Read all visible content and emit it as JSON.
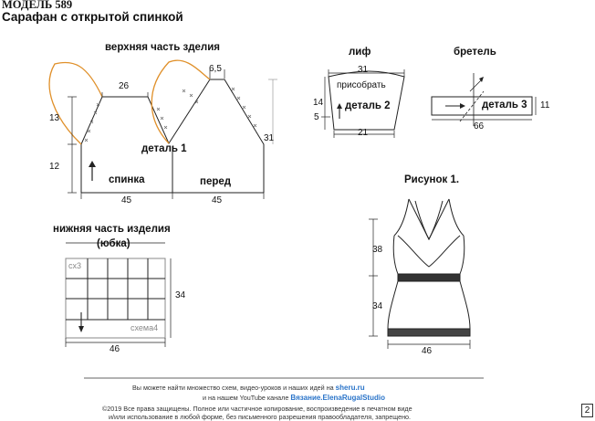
{
  "header": {
    "model": "МОДЕЛЬ 589",
    "subtitle": "Сарафан с открытой спинкой"
  },
  "top_part": {
    "title": "верхняя часть зделия",
    "dims": {
      "d26": "26",
      "d65": "6,5",
      "d13": "13",
      "d12": "12",
      "d31": "31",
      "d45a": "45",
      "d45b": "45"
    },
    "detail": "деталь 1",
    "back": "спинка",
    "front": "перед"
  },
  "bodice": {
    "title": "лиф",
    "dims": {
      "d31": "31",
      "d14": "14",
      "d5": "5",
      "d21": "21"
    },
    "gather": "присобрать",
    "detail": "деталь 2"
  },
  "strap": {
    "title": "бретель",
    "dims": {
      "d11": "11",
      "d66": "66"
    },
    "detail": "деталь 3"
  },
  "skirt": {
    "title_line1": "нижняя часть изделия",
    "title_line2": "(юбка)",
    "chart_ref1": "сх3",
    "chart_ref2": "схема4",
    "dims": {
      "d34": "34",
      "d46": "46"
    }
  },
  "figure": {
    "title": "Рисунок 1.",
    "dims": {
      "d38": "38",
      "d34": "34",
      "d46": "46"
    }
  },
  "footer": {
    "line1_text": "Вы можете найти множество схем, видео-уроков и наших идей на",
    "line1_link": "sheru.ru",
    "line2_text": "и на нашем YouTube канале",
    "line2_link": "Вязание.ElenaRugalStudio",
    "line3": "©2019 Все права защищены. Полное или частичное копирование, воспроизведение в печатном виде",
    "line4": "и/или использование в любой форме, без письменного разрешения правообладателя, запрещено."
  },
  "page_number": "2",
  "colors": {
    "accent_orange": "#e0902a",
    "line": "#222222",
    "gray": "#9a9a9a",
    "link": "#2a74c9"
  }
}
